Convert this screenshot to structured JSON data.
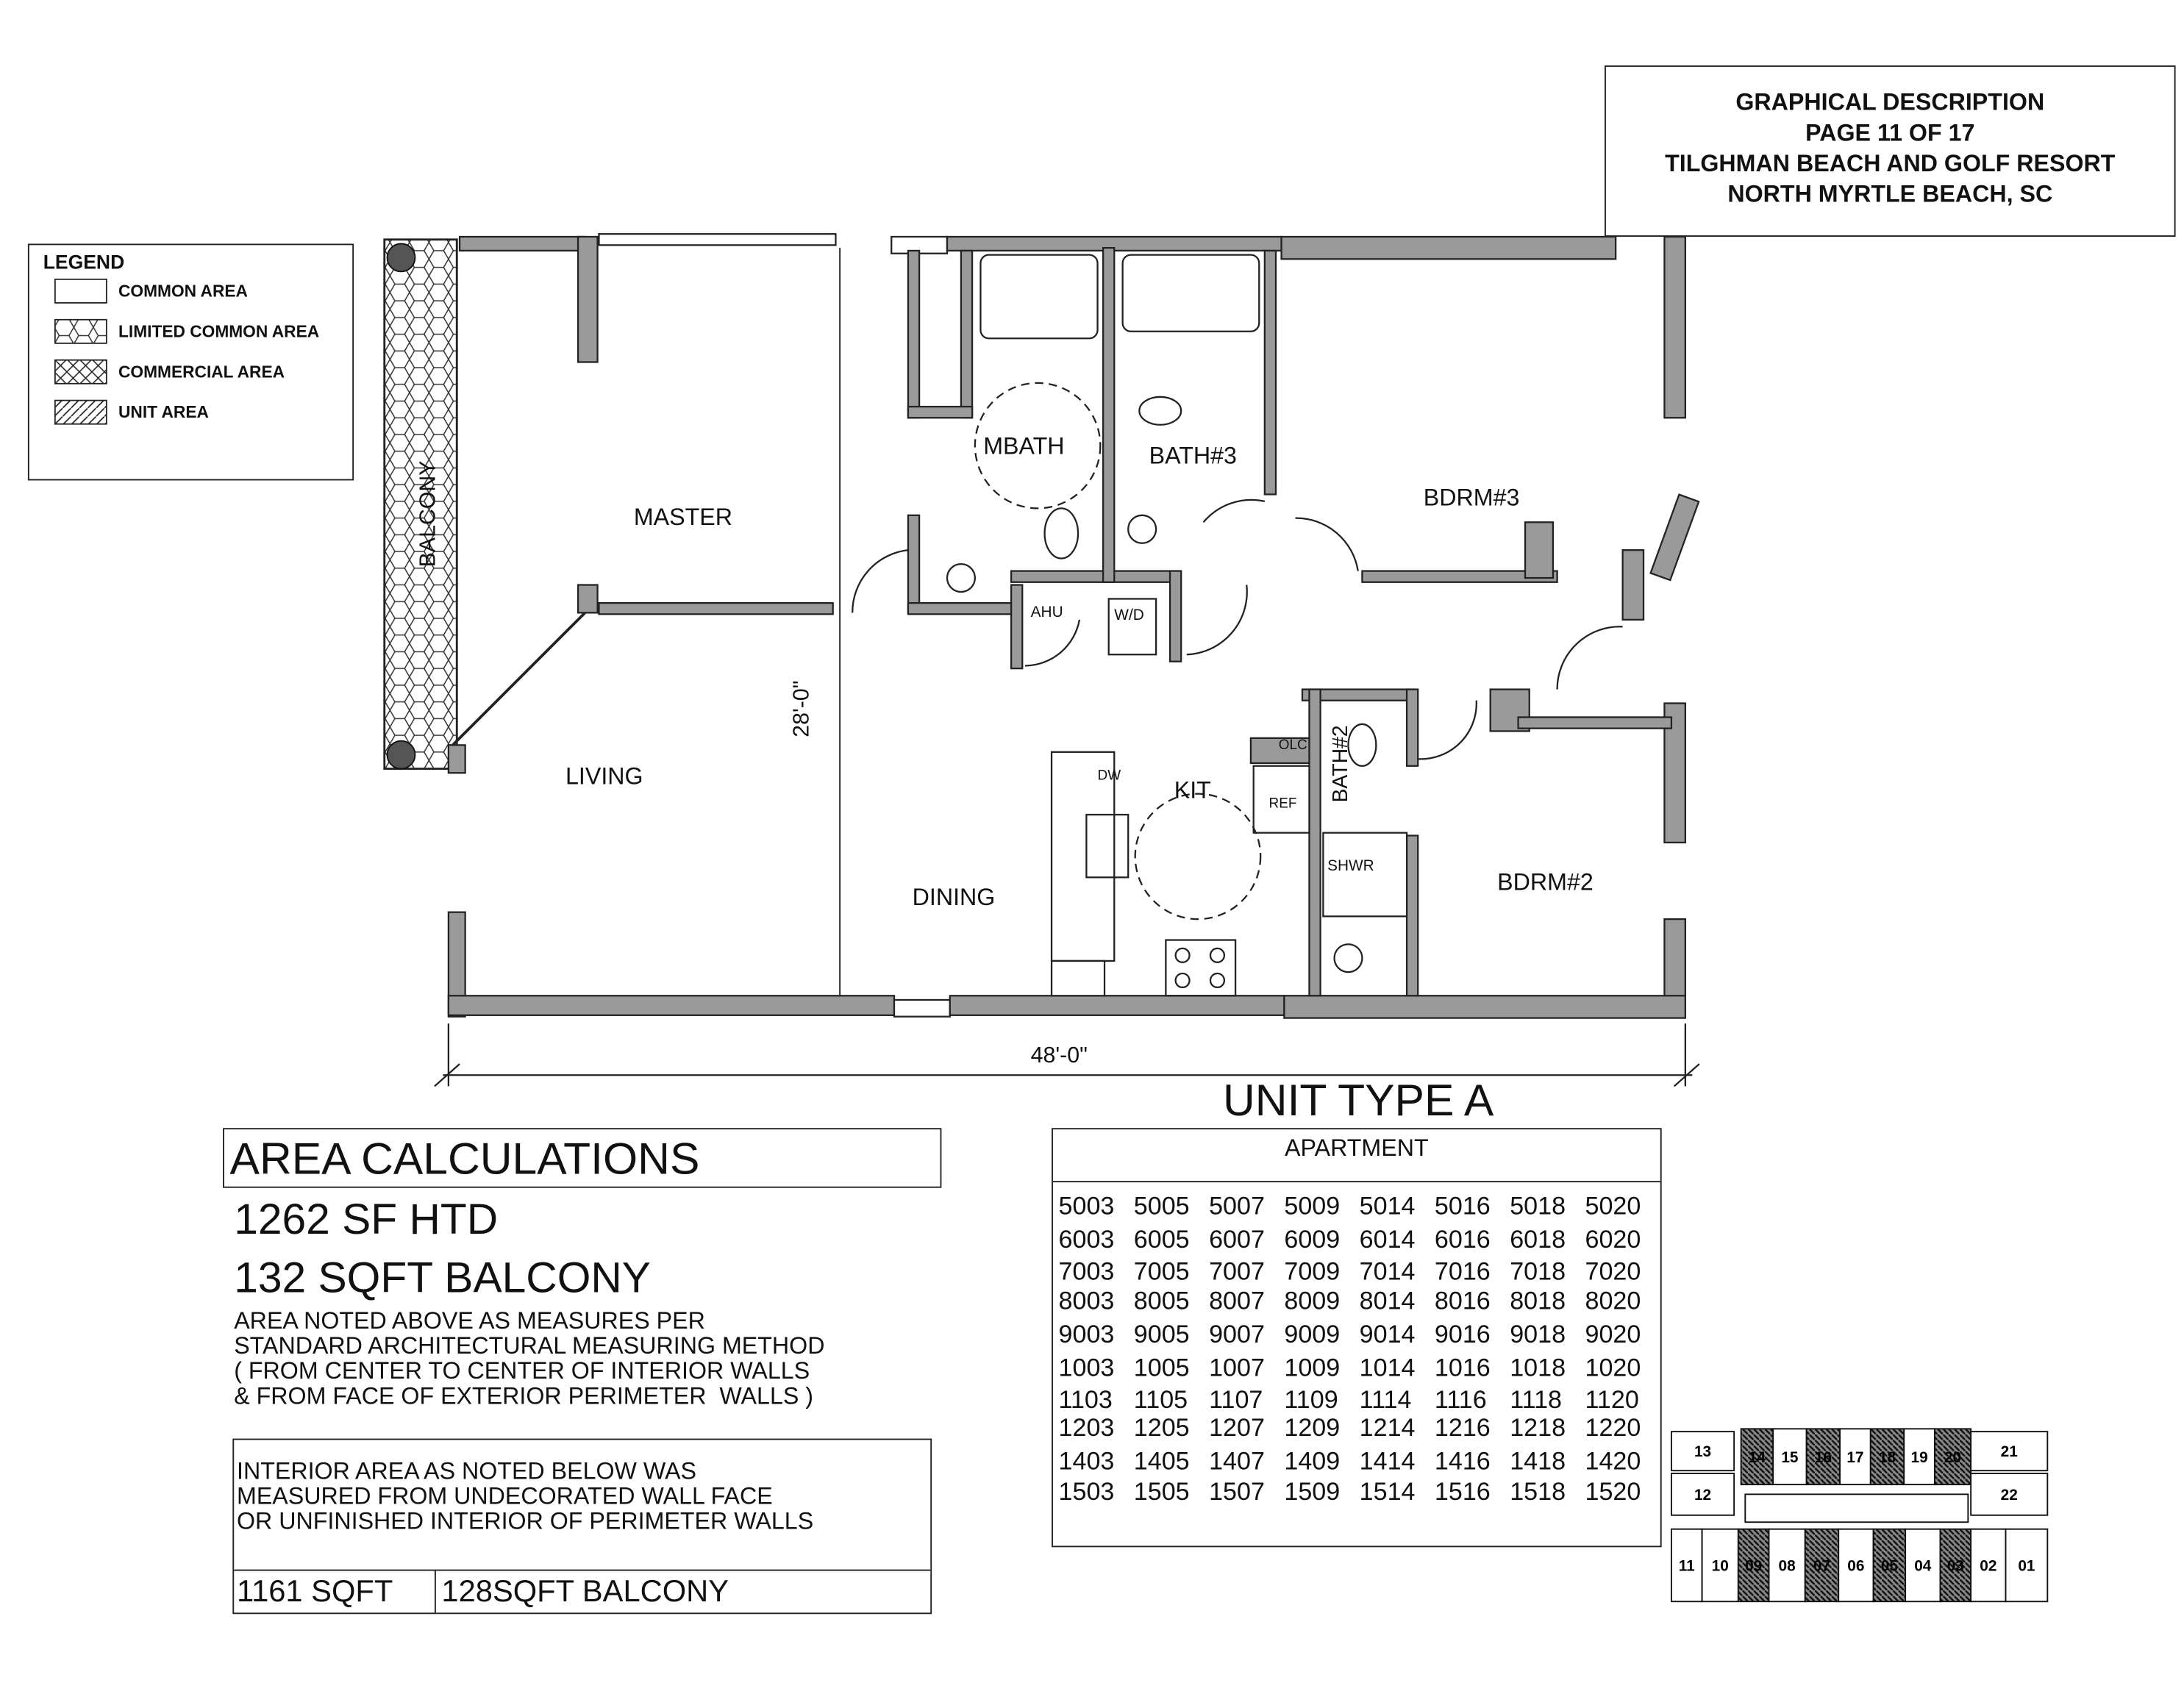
{
  "title_block": {
    "lines": [
      "GRAPHICAL DESCRIPTION",
      "PAGE 11 OF 17",
      "TILGHMAN BEACH AND GOLF RESORT",
      "NORTH MYRTLE BEACH, SC"
    ]
  },
  "legend": {
    "title": "LEGEND",
    "items": [
      {
        "label": "COMMON AREA",
        "pattern": "plain"
      },
      {
        "label": "LIMITED COMMON AREA",
        "pattern": "hexagon"
      },
      {
        "label": "COMMERCIAL AREA",
        "pattern": "crosshatch"
      },
      {
        "label": "UNIT AREA",
        "pattern": "diagonal"
      }
    ]
  },
  "floor_plan": {
    "rooms": {
      "balcony": "BALCONY",
      "master": "MASTER",
      "mbath": "MBATH",
      "bath3": "BATH#3",
      "bdrm3": "BDRM#3",
      "living": "LIVING",
      "dining": "DINING",
      "kit": "KIT",
      "bdrm2": "BDRM#2",
      "bath2": "BATH#2",
      "ahu": "AHU",
      "wd": "W/D",
      "olc": "OLC",
      "ref": "REF",
      "shwr": "SHWR",
      "dw": "DW"
    },
    "dimensions": {
      "depth": "28'-0\"",
      "width": "48'-0\""
    }
  },
  "unit_type": "UNIT TYPE A",
  "area": {
    "title": "AREA CALCULATIONS",
    "heated": "1262 SF HTD",
    "balcony": "132 SQFT BALCONY",
    "note": "AREA NOTED ABOVE AS MEASURES PER\nSTANDARD ARCHITECTURAL MEASURING METHOD\n( FROM CENTER TO CENTER OF INTERIOR WALLS\n& FROM FACE OF EXTERIOR PERIMETER  WALLS )",
    "interior_note": "INTERIOR AREA AS NOTED BELOW WAS\nMEASURED FROM UNDECORATED WALL FACE\nOR UNFINISHED INTERIOR OF PERIMETER WALLS",
    "interior_sqft": "1161 SQFT",
    "interior_balcony": "128SQFT BALCONY"
  },
  "apartment_table": {
    "header": "APARTMENT",
    "rows": [
      [
        "5003",
        "5005",
        "5007",
        "5009",
        "5014",
        "5016",
        "5018",
        "5020"
      ],
      [
        "6003",
        "6005",
        "6007",
        "6009",
        "6014",
        "6016",
        "6018",
        "6020"
      ],
      [
        "7003",
        "7005",
        "7007",
        "7009",
        "7014",
        "7016",
        "7018",
        "7020"
      ],
      [
        "8003",
        "8005",
        "8007",
        "8009",
        "8014",
        "8016",
        "8018",
        "8020"
      ],
      [
        "9003",
        "9005",
        "9007",
        "9009",
        "9014",
        "9016",
        "9018",
        "9020"
      ],
      [
        "1003",
        "1005",
        "1007",
        "1009",
        "1014",
        "1016",
        "1018",
        "1020"
      ],
      [
        "1103",
        "1105",
        "1107",
        "1109",
        "1114",
        "1116",
        "1118",
        "1120"
      ],
      [
        "1203",
        "1205",
        "1207",
        "1209",
        "1214",
        "1216",
        "1218",
        "1220"
      ],
      [
        "1403",
        "1405",
        "1407",
        "1409",
        "1414",
        "1416",
        "1418",
        "1420"
      ],
      [
        "1503",
        "1505",
        "1507",
        "1509",
        "1514",
        "1516",
        "1518",
        "1520"
      ]
    ]
  },
  "key_plan": {
    "top": [
      {
        "label": "13",
        "hatched": false
      },
      {
        "label": "14",
        "hatched": true
      },
      {
        "label": "15",
        "hatched": false
      },
      {
        "label": "16",
        "hatched": true
      },
      {
        "label": "17",
        "hatched": false
      },
      {
        "label": "18",
        "hatched": true
      },
      {
        "label": "19",
        "hatched": false
      },
      {
        "label": "20",
        "hatched": true
      },
      {
        "label": "21",
        "hatched": false
      }
    ],
    "side": [
      {
        "label": "12",
        "hatched": false
      },
      {
        "label": "22",
        "hatched": false
      }
    ],
    "bottom": [
      {
        "label": "11",
        "hatched": false
      },
      {
        "label": "10",
        "hatched": false
      },
      {
        "label": "09",
        "hatched": true
      },
      {
        "label": "08",
        "hatched": false
      },
      {
        "label": "07",
        "hatched": true
      },
      {
        "label": "06",
        "hatched": false
      },
      {
        "label": "05",
        "hatched": true
      },
      {
        "label": "04",
        "hatched": false
      },
      {
        "label": "03",
        "hatched": true
      },
      {
        "label": "02",
        "hatched": false
      },
      {
        "label": "01",
        "hatched": false
      }
    ]
  }
}
